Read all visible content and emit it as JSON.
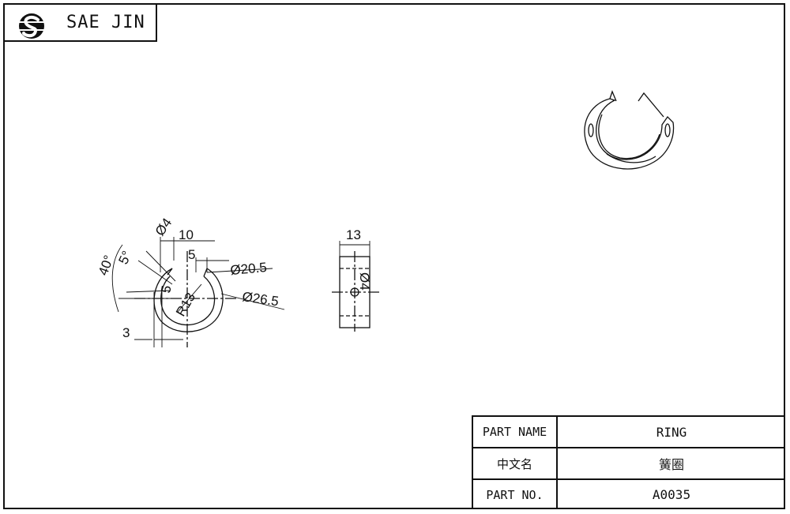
{
  "header": {
    "company": "SAE JIN",
    "logo_icon": "sae-jin-logo"
  },
  "drawing": {
    "front_view": {
      "dim_width": "10",
      "dim_slot": "5",
      "dim_bore": "Ø20.5",
      "dim_outer": "Ø26.5",
      "dim_hole": "Ø4",
      "dim_angle_large": "40°",
      "dim_angle_small": "5°",
      "dim_radius": "R13",
      "dim_offset_small": "5",
      "dim_edge": "3"
    },
    "side_view": {
      "dim_thickness": "13",
      "dim_hole": "Ø4"
    }
  },
  "title_block": {
    "rows": [
      {
        "label": "PART NAME",
        "value": "RING"
      },
      {
        "label": "中文名",
        "value": "簧圈"
      },
      {
        "label": "PART NO.",
        "value": "A0035"
      }
    ]
  }
}
